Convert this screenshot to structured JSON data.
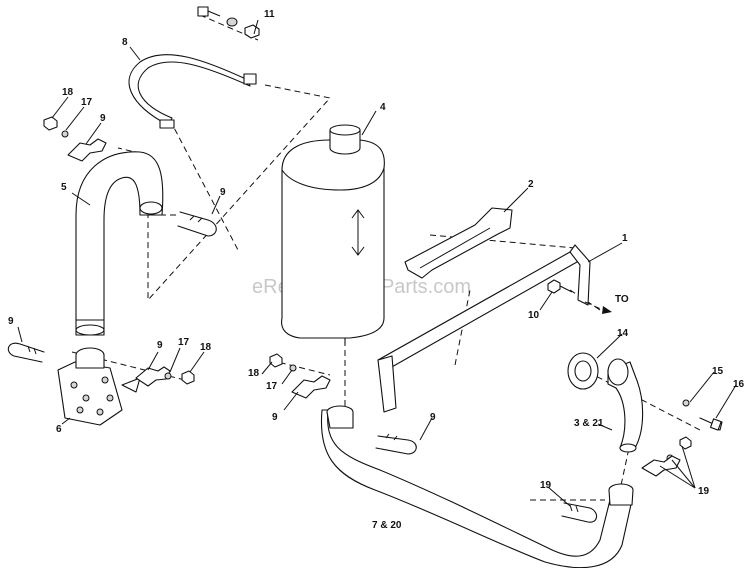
{
  "watermark": "eReplacementParts.com",
  "direction_label": "TO",
  "callouts": {
    "c1": "1",
    "c2": "2",
    "c3_21": "3 & 21",
    "c4": "4",
    "c5": "5",
    "c6": "6",
    "c7_20": "7 & 20",
    "c8": "8",
    "c9a": "9",
    "c9b": "9",
    "c9c": "9",
    "c9d": "9",
    "c9e": "9",
    "c9f": "9",
    "c10": "10",
    "c11": "11",
    "c14": "14",
    "c15": "15",
    "c16": "16",
    "c17a": "17",
    "c17b": "17",
    "c17c": "17",
    "c18a": "18",
    "c18b": "18",
    "c18c": "18",
    "c19a": "19",
    "c19b": "19"
  }
}
